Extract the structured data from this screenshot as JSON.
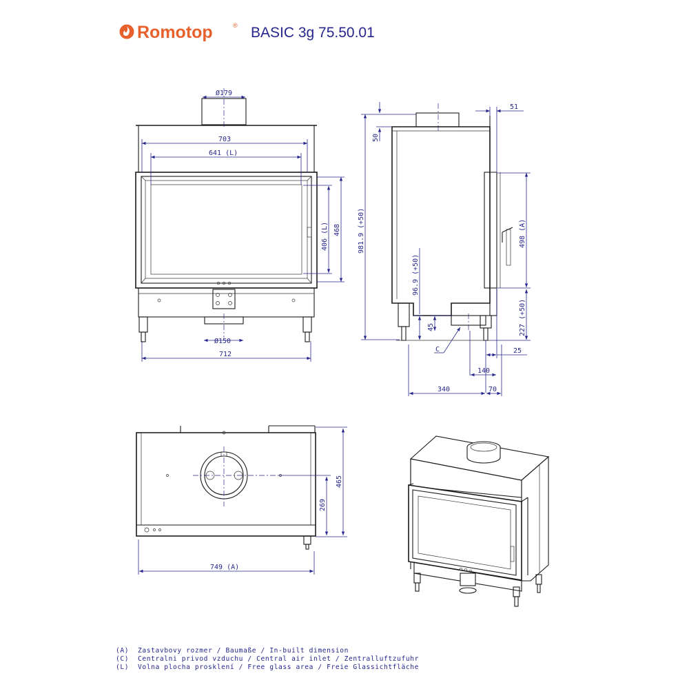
{
  "header": {
    "brand": "Romotop",
    "registered_mark": "®",
    "model": "BASIC 3g 75.50.01",
    "brand_color": "#e8612c",
    "text_color": "#26268c"
  },
  "front_view": {
    "flue_diameter": "Ø179",
    "width_outer": "703",
    "glass_width": "641 (L)",
    "glass_height": "406 (L)",
    "door_height": "468",
    "air_inlet_diameter": "Ø150",
    "base_width": "712"
  },
  "side_view": {
    "top_offset": "50",
    "top_right": "51",
    "total_height": "981.9 (+50)",
    "inbuilt_height": "498 (A)",
    "inlet_height": "96.9 (+50)",
    "inlet_offset": "45",
    "leg_height": "227 (+50)",
    "callout": "C",
    "depth_25": "25",
    "depth_140": "140",
    "depth_340": "340",
    "depth_70": "70"
  },
  "top_view": {
    "depth": "465",
    "center_offset": "269",
    "width": "749 (A)"
  },
  "legend": [
    {
      "key": "(A)",
      "text": "Zastavbovy rozmer / Baumaße / In-built dimension"
    },
    {
      "key": "(C)",
      "text": "Centralni privod vzduchu / Central air inlet / Zentralluftzufuhr"
    },
    {
      "key": "(L)",
      "text": "Volna plocha prosklení / Free glass area / Freie Glassichtfläche"
    }
  ]
}
